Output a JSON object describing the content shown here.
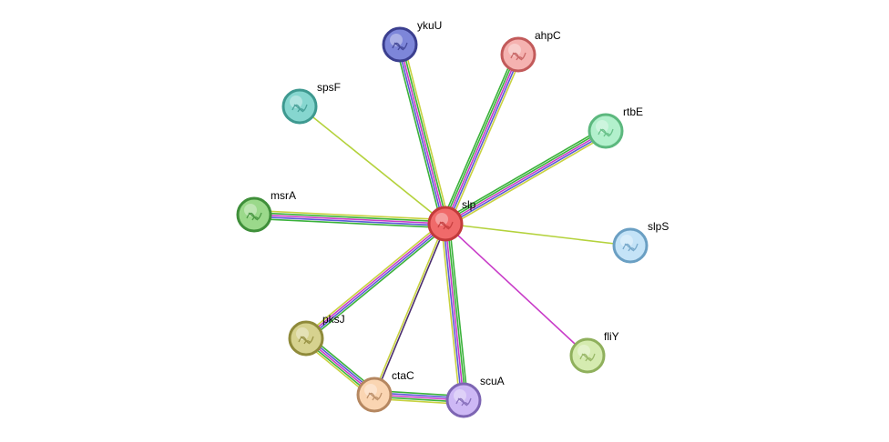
{
  "network": {
    "center": "slp",
    "nodes": [
      {
        "id": "slp",
        "label": "slp",
        "color": "#f06a6a",
        "ring": "#c23a3a"
      },
      {
        "id": "ykuU",
        "label": "ykuU",
        "color": "#7d86d9",
        "ring": "#3b3f8f"
      },
      {
        "id": "ahpC",
        "label": "ahpC",
        "color": "#f5b2b0",
        "ring": "#c25a5a"
      },
      {
        "id": "spsF",
        "label": "spsF",
        "color": "#86d6cf",
        "ring": "#3e9990"
      },
      {
        "id": "rtbE",
        "label": "rtbE",
        "color": "#b2f0cc",
        "ring": "#5cb87e"
      },
      {
        "id": "msrA",
        "label": "msrA",
        "color": "#9bd98b",
        "ring": "#3f8f3a"
      },
      {
        "id": "slpS",
        "label": "slpS",
        "color": "#c4e3f7",
        "ring": "#6a9fc3"
      },
      {
        "id": "pksJ",
        "label": "pksJ",
        "color": "#d6d28f",
        "ring": "#8f8a3a"
      },
      {
        "id": "fliY",
        "label": "fliY",
        "color": "#d5ebb0",
        "ring": "#8fb05c"
      },
      {
        "id": "ctaC",
        "label": "ctaC",
        "color": "#fad5b2",
        "ring": "#b58760"
      },
      {
        "id": "scuA",
        "label": "scuA",
        "color": "#cdb8f5",
        "ring": "#7d65b3"
      }
    ],
    "edges": [
      {
        "from": "slp",
        "to": "ykuU",
        "colors": [
          "#3bb23b",
          "#5a5ad6",
          "#c83cc8",
          "#3bb23b",
          "#c8d240"
        ]
      },
      {
        "from": "slp",
        "to": "ahpC",
        "colors": [
          "#3bb23b",
          "#3bb23b",
          "#c83cc8",
          "#5a5ad6",
          "#c8d240"
        ]
      },
      {
        "from": "slp",
        "to": "rtbE",
        "colors": [
          "#3bb23b",
          "#3bb23b",
          "#c83cc8",
          "#5a5ad6",
          "#c8d240"
        ]
      },
      {
        "from": "slp",
        "to": "spsF",
        "colors": [
          "#b4d23c"
        ]
      },
      {
        "from": "slp",
        "to": "msrA",
        "colors": [
          "#3bb23b",
          "#5a5ad6",
          "#c83cc8",
          "#3bb23b",
          "#c8d240"
        ]
      },
      {
        "from": "slp",
        "to": "slpS",
        "colors": [
          "#b4d23c"
        ]
      },
      {
        "from": "slp",
        "to": "fliY",
        "colors": [
          "#c83cc8"
        ]
      },
      {
        "from": "slp",
        "to": "pksJ",
        "colors": [
          "#3bb23b",
          "#5a5ad6",
          "#c83cc8",
          "#c8d240"
        ]
      },
      {
        "from": "slp",
        "to": "ctaC",
        "colors": [
          "#4a2d6e",
          "#c8d240"
        ]
      },
      {
        "from": "slp",
        "to": "scuA",
        "colors": [
          "#3bb23b",
          "#3bb23b",
          "#c83cc8",
          "#5a5ad6",
          "#c8d240"
        ]
      },
      {
        "from": "pksJ",
        "to": "ctaC",
        "colors": [
          "#3bb23b",
          "#5a5ad6",
          "#c83cc8",
          "#3bb23b",
          "#c8d240"
        ]
      },
      {
        "from": "ctaC",
        "to": "scuA",
        "colors": [
          "#3bb23b",
          "#5a5ad6",
          "#c83cc8",
          "#3bb23b",
          "#c8d240"
        ]
      }
    ]
  }
}
